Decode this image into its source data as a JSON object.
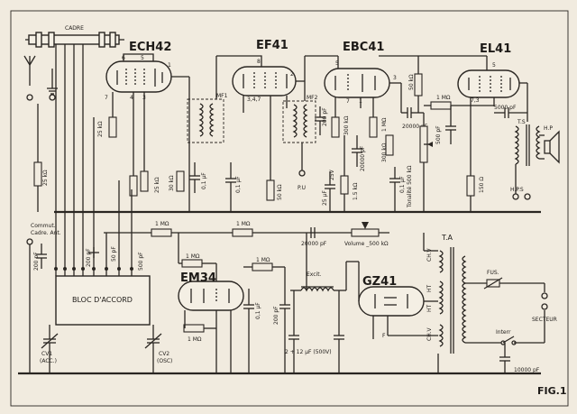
{
  "tubes": {
    "ech42": "ECH42",
    "ef41": "EF41",
    "ebc41": "EBC41",
    "el41": "EL41",
    "em34": "EM34",
    "gz41": "GZ41"
  },
  "blocks": {
    "cadre": "CADRE",
    "bloc": "BLOC D'ACCORD",
    "ta": "T.A",
    "ts": "T.S",
    "hp": "H.P",
    "hps": "H.P.S",
    "pu": "P.U",
    "excit": "Excit.",
    "fus": "FUS.",
    "secteur": "SECTEUR",
    "interr": "Interr",
    "commut": "Commut.",
    "commut2": "Cadre. Ant.",
    "mf1": "MF1",
    "mf2": "MF2",
    "cv1": "CV1",
    "cv1b": "(ACC.)",
    "cv2": "CV2",
    "cv2b": "(OSC)",
    "fig": "FIG.1",
    "volume": "Volume _500 kΩ",
    "filtre": "2 + 12 µF (500V)",
    "tonalite": "Tonalité 500 kΩ"
  },
  "pins": [
    "6",
    "5",
    "1",
    "7",
    "4",
    "3",
    "8",
    "2",
    "3,4,7",
    "5",
    "3",
    "7",
    "1",
    "4",
    "8",
    "7,3",
    "5"
  ],
  "components": {
    "r1": "25 kΩ",
    "r2": "25 kΩ",
    "r3": "25 kΩ",
    "r4": "30 kΩ",
    "r5": "50 kΩ",
    "r6": "1 MΩ",
    "r7": "1 MΩ",
    "r8": "300 kΩ",
    "r9": "1 MΩ",
    "r10": "1.5 kΩ",
    "r11": "300 kΩ",
    "r12": "1 MΩ",
    "r13": "50 kΩ",
    "r14": "1 MΩ",
    "r15": "1 MΩ",
    "r16": "150 Ω",
    "r17": "1 MΩ",
    "r18": "1 MΩ",
    "r19": "1 MΩ",
    "r20": "1 MΩ",
    "c1": "0,1 µF",
    "c2": "0,1 µF",
    "c3": "200 pF",
    "c4": "20000 pF",
    "c5": "25 µF",
    "c6": "25V",
    "c7": "20000 pF",
    "c8": "5000 pF",
    "c9": "500 pF",
    "c10": "0,1 µF",
    "c11": "20000 pF",
    "c12": "200 pF",
    "c13": "200 pF",
    "c14": "50 pF",
    "c15": "500 pF",
    "c16": "0,1 µF",
    "c17": "200 pF",
    "c18": "10000 pF",
    "c19": "0,1 µF",
    "c20": "20000 pF",
    "c21": "0,1 µF",
    "t1": "CH.V",
    "t2": "HT",
    "t3": "HT",
    "t4": "CH.V",
    "t5": "F"
  }
}
